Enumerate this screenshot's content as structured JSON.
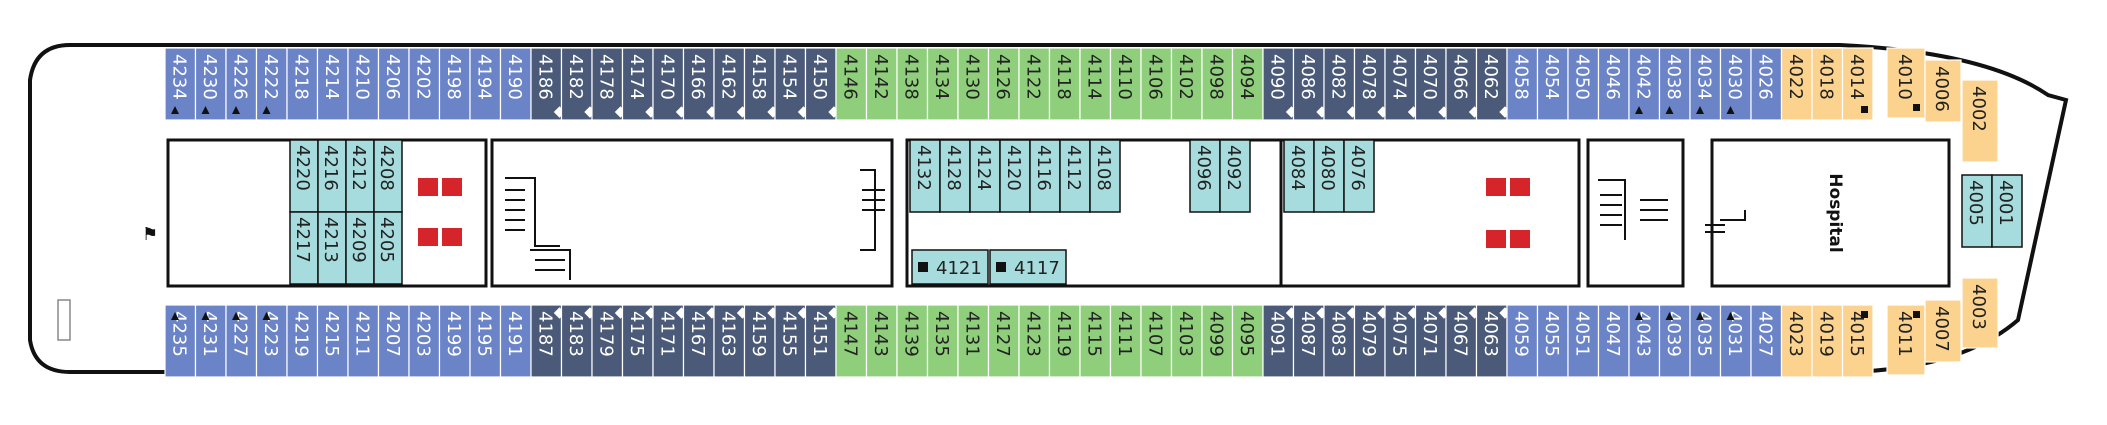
{
  "colors": {
    "blue": "#6b84c8",
    "slate": "#4a5a78",
    "green": "#8fcf7c",
    "orange": "#fbd38e",
    "teal": "#a6dcdd",
    "red": "#d6242b",
    "hull": "#111111"
  },
  "top_row": [
    {
      "n": "4234",
      "c": "blue",
      "m": "tri"
    },
    {
      "n": "4230",
      "c": "blue",
      "m": "tri"
    },
    {
      "n": "4226",
      "c": "blue",
      "m": "tri"
    },
    {
      "n": "4222",
      "c": "blue",
      "m": "tri"
    },
    {
      "n": "4218",
      "c": "blue"
    },
    {
      "n": "4214",
      "c": "blue"
    },
    {
      "n": "4210",
      "c": "blue"
    },
    {
      "n": "4206",
      "c": "blue"
    },
    {
      "n": "4202",
      "c": "blue"
    },
    {
      "n": "4198",
      "c": "blue"
    },
    {
      "n": "4194",
      "c": "blue"
    },
    {
      "n": "4190",
      "c": "blue"
    },
    {
      "n": "4186",
      "c": "slate",
      "m": "diam"
    },
    {
      "n": "4182",
      "c": "slate",
      "m": "diam"
    },
    {
      "n": "4178",
      "c": "slate",
      "m": "diam"
    },
    {
      "n": "4174",
      "c": "slate",
      "m": "diam"
    },
    {
      "n": "4170",
      "c": "slate",
      "m": "diam"
    },
    {
      "n": "4166",
      "c": "slate",
      "m": "diam"
    },
    {
      "n": "4162",
      "c": "slate",
      "m": "diam"
    },
    {
      "n": "4158",
      "c": "slate",
      "m": "diam"
    },
    {
      "n": "4154",
      "c": "slate",
      "m": "diam"
    },
    {
      "n": "4150",
      "c": "slate",
      "m": "diam"
    },
    {
      "n": "4146",
      "c": "green"
    },
    {
      "n": "4142",
      "c": "green"
    },
    {
      "n": "4138",
      "c": "green"
    },
    {
      "n": "4134",
      "c": "green"
    },
    {
      "n": "4130",
      "c": "green"
    },
    {
      "n": "4126",
      "c": "green"
    },
    {
      "n": "4122",
      "c": "green"
    },
    {
      "n": "4118",
      "c": "green"
    },
    {
      "n": "4114",
      "c": "green"
    },
    {
      "n": "4110",
      "c": "green"
    },
    {
      "n": "4106",
      "c": "green"
    },
    {
      "n": "4102",
      "c": "green"
    },
    {
      "n": "4098",
      "c": "green"
    },
    {
      "n": "4094",
      "c": "green"
    },
    {
      "n": "4090",
      "c": "slate",
      "m": "diam"
    },
    {
      "n": "4086",
      "c": "slate",
      "m": "diam"
    },
    {
      "n": "4082",
      "c": "slate",
      "m": "diam"
    },
    {
      "n": "4078",
      "c": "slate",
      "m": "diam"
    },
    {
      "n": "4074",
      "c": "slate",
      "m": "diam"
    },
    {
      "n": "4070",
      "c": "slate",
      "m": "diam"
    },
    {
      "n": "4066",
      "c": "slate",
      "m": "diam"
    },
    {
      "n": "4062",
      "c": "slate",
      "m": "diam"
    },
    {
      "n": "4058",
      "c": "blue"
    },
    {
      "n": "4054",
      "c": "blue"
    },
    {
      "n": "4050",
      "c": "blue"
    },
    {
      "n": "4046",
      "c": "blue"
    },
    {
      "n": "4042",
      "c": "blue",
      "m": "tri"
    },
    {
      "n": "4038",
      "c": "blue",
      "m": "tri"
    },
    {
      "n": "4034",
      "c": "blue",
      "m": "tri"
    },
    {
      "n": "4030",
      "c": "blue",
      "m": "tri"
    },
    {
      "n": "4026",
      "c": "blue"
    },
    {
      "n": "4022",
      "c": "orange"
    },
    {
      "n": "4018",
      "c": "orange"
    },
    {
      "n": "4014",
      "c": "orange",
      "m": "sq"
    }
  ],
  "bottom_row": [
    {
      "n": "4235",
      "c": "blue",
      "m": "tri"
    },
    {
      "n": "4231",
      "c": "blue",
      "m": "tri"
    },
    {
      "n": "4227",
      "c": "blue",
      "m": "tri"
    },
    {
      "n": "4223",
      "c": "blue",
      "m": "tri"
    },
    {
      "n": "4219",
      "c": "blue"
    },
    {
      "n": "4215",
      "c": "blue"
    },
    {
      "n": "4211",
      "c": "blue"
    },
    {
      "n": "4207",
      "c": "blue"
    },
    {
      "n": "4203",
      "c": "blue"
    },
    {
      "n": "4199",
      "c": "blue"
    },
    {
      "n": "4195",
      "c": "blue"
    },
    {
      "n": "4191",
      "c": "blue"
    },
    {
      "n": "4187",
      "c": "slate",
      "m": "diam"
    },
    {
      "n": "4183",
      "c": "slate",
      "m": "diam"
    },
    {
      "n": "4179",
      "c": "slate",
      "m": "diam"
    },
    {
      "n": "4175",
      "c": "slate",
      "m": "diam"
    },
    {
      "n": "4171",
      "c": "slate",
      "m": "diam"
    },
    {
      "n": "4167",
      "c": "slate",
      "m": "diam"
    },
    {
      "n": "4163",
      "c": "slate",
      "m": "diam"
    },
    {
      "n": "4159",
      "c": "slate",
      "m": "diam"
    },
    {
      "n": "4155",
      "c": "slate",
      "m": "diam"
    },
    {
      "n": "4151",
      "c": "slate",
      "m": "diam"
    },
    {
      "n": "4147",
      "c": "green"
    },
    {
      "n": "4143",
      "c": "green"
    },
    {
      "n": "4139",
      "c": "green"
    },
    {
      "n": "4135",
      "c": "green"
    },
    {
      "n": "4131",
      "c": "green"
    },
    {
      "n": "4127",
      "c": "green"
    },
    {
      "n": "4123",
      "c": "green"
    },
    {
      "n": "4119",
      "c": "green"
    },
    {
      "n": "4115",
      "c": "green"
    },
    {
      "n": "4111",
      "c": "green"
    },
    {
      "n": "4107",
      "c": "green"
    },
    {
      "n": "4103",
      "c": "green"
    },
    {
      "n": "4099",
      "c": "green"
    },
    {
      "n": "4095",
      "c": "green"
    },
    {
      "n": "4091",
      "c": "slate",
      "m": "diam"
    },
    {
      "n": "4087",
      "c": "slate",
      "m": "diam"
    },
    {
      "n": "4083",
      "c": "slate",
      "m": "diam"
    },
    {
      "n": "4079",
      "c": "slate",
      "m": "diam"
    },
    {
      "n": "4075",
      "c": "slate",
      "m": "diam"
    },
    {
      "n": "4071",
      "c": "slate",
      "m": "diam"
    },
    {
      "n": "4067",
      "c": "slate",
      "m": "diam"
    },
    {
      "n": "4063",
      "c": "slate",
      "m": "diam"
    },
    {
      "n": "4059",
      "c": "blue"
    },
    {
      "n": "4055",
      "c": "blue"
    },
    {
      "n": "4051",
      "c": "blue"
    },
    {
      "n": "4047",
      "c": "blue"
    },
    {
      "n": "4043",
      "c": "blue",
      "m": "tri"
    },
    {
      "n": "4039",
      "c": "blue",
      "m": "tri"
    },
    {
      "n": "4035",
      "c": "blue",
      "m": "tri"
    },
    {
      "n": "4031",
      "c": "blue",
      "m": "tri"
    },
    {
      "n": "4027",
      "c": "blue"
    },
    {
      "n": "4023",
      "c": "orange"
    },
    {
      "n": "4019",
      "c": "orange"
    },
    {
      "n": "4015",
      "c": "orange",
      "m": "sq"
    }
  ],
  "bow_cabins": [
    "4010",
    "4006",
    "4002",
    "4011",
    "4007",
    "4003"
  ],
  "inner_aft_top": [
    "4220",
    "4216",
    "4212",
    "4208"
  ],
  "inner_aft_bottom": [
    "4217",
    "4213",
    "4209",
    "4205"
  ],
  "inner_mid_top": [
    "4132",
    "4128",
    "4124",
    "4120",
    "4116",
    "4112",
    "4108"
  ],
  "inner_mid_bottom": [
    "4121",
    "4117"
  ],
  "inner_fwd_top": [
    "4096",
    "4092"
  ],
  "inner_fwd": [
    "4084",
    "4080",
    "4076"
  ],
  "inner_bow": [
    "4005",
    "4001"
  ],
  "hospital_label": "Hospital"
}
